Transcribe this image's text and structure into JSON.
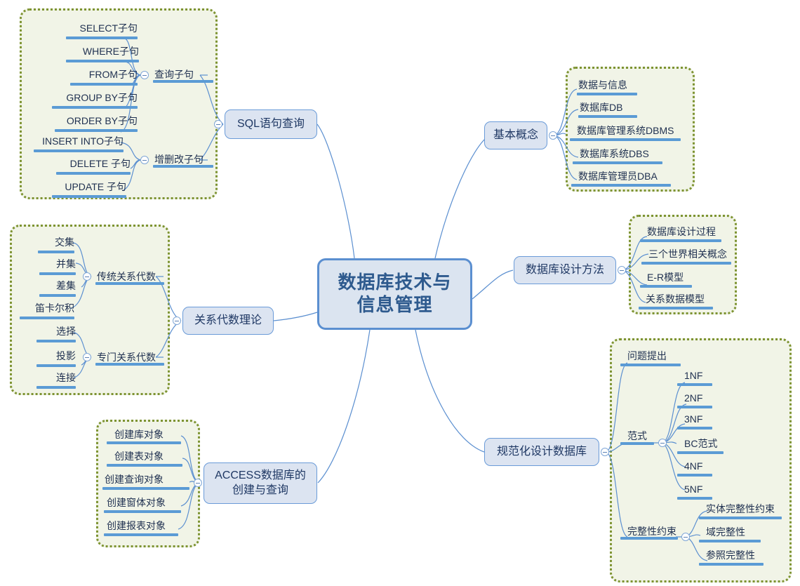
{
  "theme": {
    "central_fill": "#dbe4f0",
    "central_border": "#5b8fd0",
    "central_text": "#2e5a8e",
    "branch_fill": "#dce4f1",
    "branch_border": "#6a9bd8",
    "branch_text": "#1f3864",
    "boundary_border": "#7d9331",
    "boundary_fill": "#f1f4e7",
    "connector": "#5b8fd0",
    "underline": "#5b9bd5"
  },
  "central": {
    "line1": "数据库技术与",
    "line2": "信息管理"
  },
  "branches": {
    "sql": {
      "label": "SQL语句查询",
      "groups": [
        {
          "label": "查询子句",
          "items": [
            "SELECT子句",
            "WHERE子句",
            "FROM子句",
            "GROUP BY子句",
            "ORDER BY子句"
          ]
        },
        {
          "label": "增删改子句",
          "items": [
            "INSERT INTO子句",
            "DELETE 子句",
            "UPDATE 子句"
          ]
        }
      ]
    },
    "relational_algebra": {
      "label": "关系代数理论",
      "groups": [
        {
          "label": "传统关系代数",
          "items": [
            "交集",
            "并集",
            "差集",
            "笛卡尔积"
          ]
        },
        {
          "label": "专门关系代数",
          "items": [
            "选择",
            "投影",
            "连接"
          ]
        }
      ]
    },
    "access": {
      "label_line1": "ACCESS数据库的",
      "label_line2": "创建与查询",
      "items": [
        "创建库对象",
        "创建表对象",
        "创建查询对象",
        "创建窗体对象",
        "创建报表对象"
      ]
    },
    "basic_concepts": {
      "label": "基本概念",
      "items": [
        "数据与信息",
        "数据库DB",
        "数据库管理系统DBMS",
        "数据库系统DBS",
        "数据库管理员DBA"
      ]
    },
    "design_methods": {
      "label": "数据库设计方法",
      "items": [
        "数据库设计过程",
        "三个世界相关概念",
        "E-R模型",
        "关系数据模型"
      ]
    },
    "normalization": {
      "label": "规范化设计数据库",
      "items": [
        "问题提出"
      ],
      "groups": [
        {
          "label": "范式",
          "items": [
            "1NF",
            "2NF",
            "3NF",
            "BC范式",
            "4NF",
            "5NF"
          ]
        },
        {
          "label": "完整性约束",
          "items": [
            "实体完整性约束",
            "域完整性",
            "参照完整性"
          ]
        }
      ]
    }
  }
}
